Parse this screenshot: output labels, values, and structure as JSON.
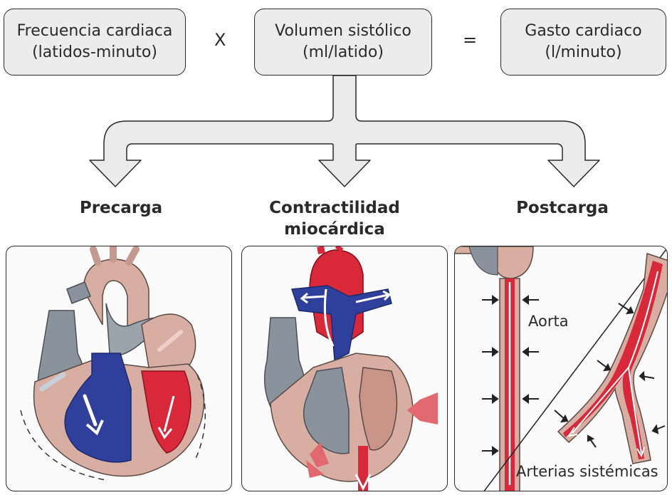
{
  "formula": {
    "term1": {
      "line1": "Frecuencia cardiaca",
      "line2": "(latidos-minuto)"
    },
    "operator1": "X",
    "term2": {
      "line1": "Volumen sistólico",
      "line2": "(ml/latido)"
    },
    "operator2": "=",
    "result": {
      "line1": "Gasto cardiaco",
      "line2": "(l/minuto)"
    }
  },
  "factors": [
    {
      "title_line1": "Precarga",
      "title_line2": ""
    },
    {
      "title_line1": "Contractilidad",
      "title_line2": "miocárdica"
    },
    {
      "title_line1": "Postcarga",
      "title_line2": ""
    }
  ],
  "postcarga_panel": {
    "label_aorta": "Aorta",
    "label_arteries": "Arterias sistémicas"
  },
  "colors": {
    "box_fill": "#ececec",
    "connector_fill": "#ebebeb",
    "deoxygenated_blue": "#2f3f9c",
    "oxygenated_red": "#d8283a",
    "heart_tissue": "#d8aea2",
    "vessel_gray": "#8a939c"
  }
}
